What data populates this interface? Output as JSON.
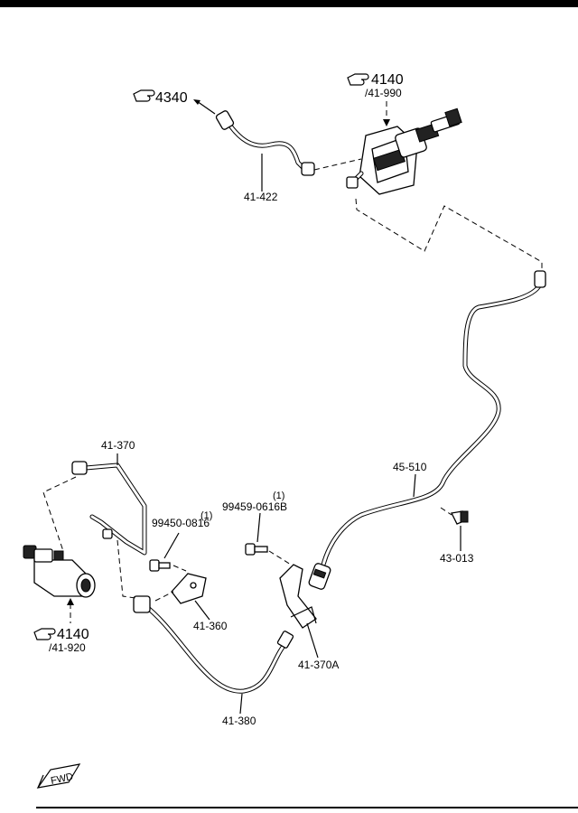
{
  "refs": {
    "ref_4340": "4340",
    "ref_4140_top": "4140",
    "ref_41_990": "/41-990",
    "ref_4140_bottom": "4140",
    "ref_41_920": "/41-920"
  },
  "parts": {
    "p_41_422": "41-422",
    "p_41_370": "41-370",
    "p_99450": "99450-0816",
    "p_99450_qty": "(1)",
    "p_99459": "99459-0616B",
    "p_99459_qty": "(1)",
    "p_45_510": "45-510",
    "p_43_013": "43-013",
    "p_41_360": "41-360",
    "p_41_370A": "41-370A",
    "p_41_380": "41-380"
  },
  "fwd": "FWD",
  "colors": {
    "ink": "#000000",
    "background": "#ffffff"
  }
}
